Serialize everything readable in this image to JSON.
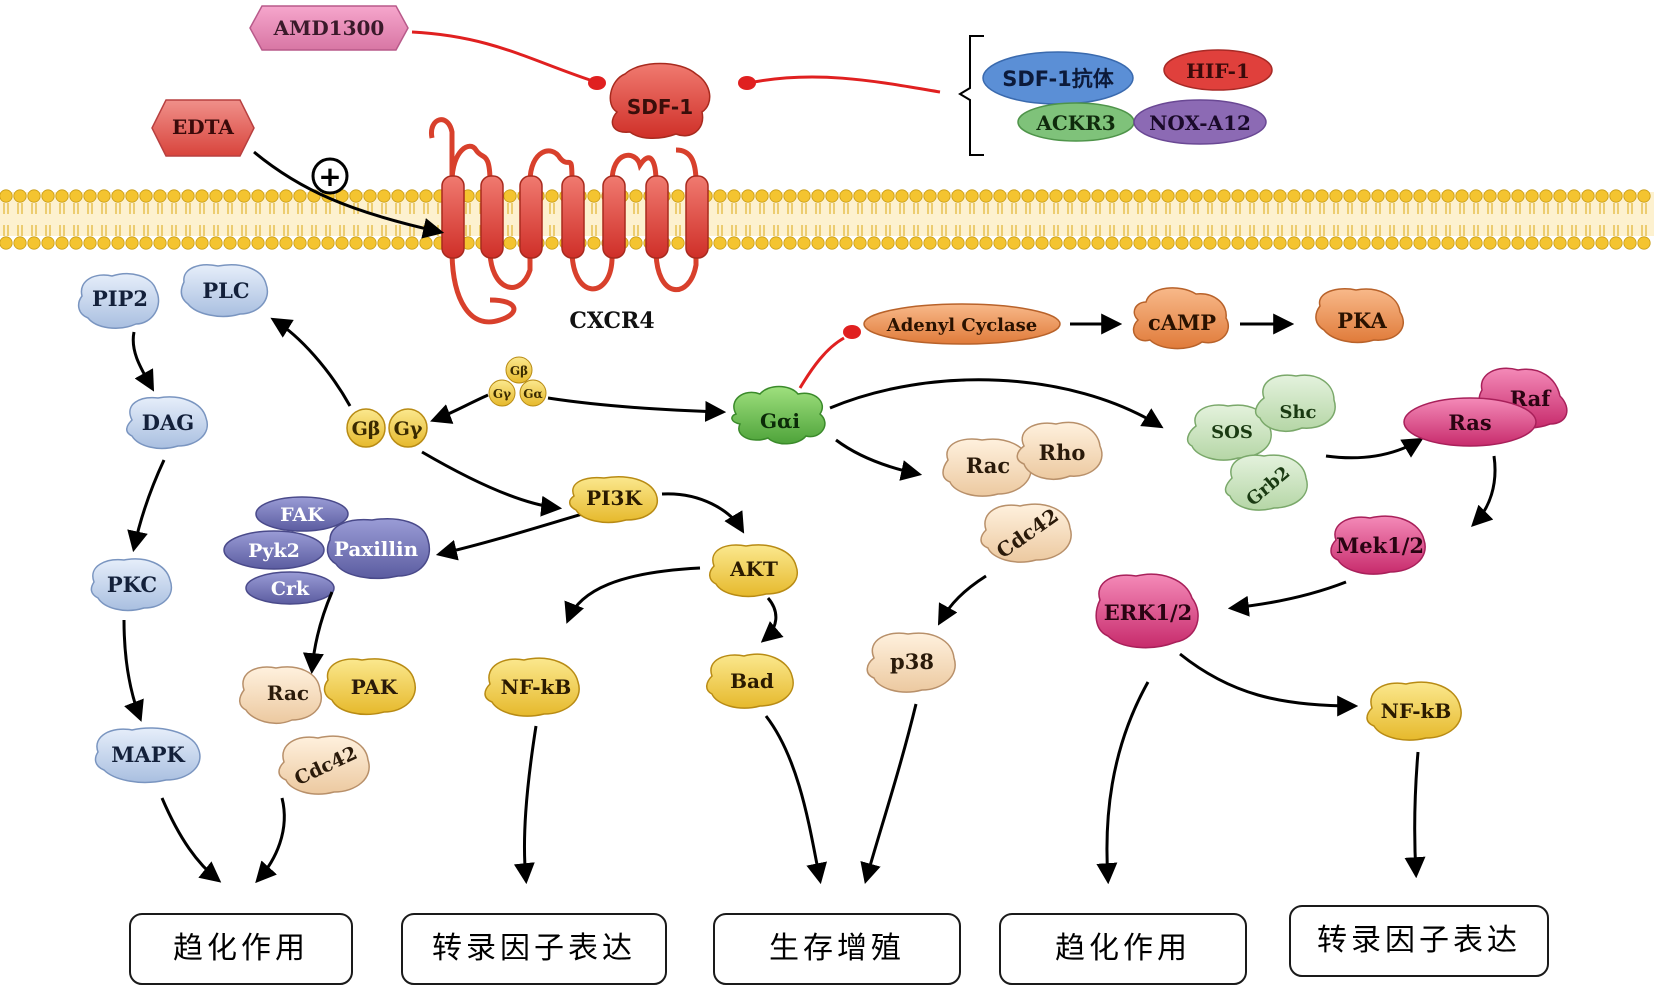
{
  "inhibitors": {
    "amd": "AMD1300",
    "edta": "EDTA",
    "sdf1": "SDF-1",
    "sdf1_antibody": "SDF-1抗体",
    "hif1": "HIF-1",
    "ackr3": "ACKR3",
    "noxa12": "NOX-A12",
    "plus_symbol": "+"
  },
  "receptor": {
    "label": "CXCR4"
  },
  "left_pathway": {
    "pip2": "PIP2",
    "plc": "PLC",
    "dag": "DAG",
    "pkc": "PKC",
    "mapk": "MAPK"
  },
  "g_protein": {
    "gb_small": "Gβ",
    "gy_small": "Gγ",
    "ga_small": "Gα",
    "gb": "Gβ",
    "gy": "Gγ",
    "gai": "Gαi"
  },
  "focal": {
    "fak": "FAK",
    "pyk2": "Pyk2",
    "paxillin": "Paxillin",
    "crk": "Crk",
    "rac": "Rac",
    "pak": "PAK",
    "cdc42": "Cdc42"
  },
  "pi3k_path": {
    "pi3k": "PI3K",
    "akt": "AKT",
    "nfkb": "NF-kB",
    "bad": "Bad"
  },
  "gai_path": {
    "adenyl_cyclase": "Adenyl Cyclase",
    "camp": "cAMP",
    "pka": "PKA",
    "rac": "Rac",
    "rho": "Rho",
    "cdc42": "Cdc42",
    "p38": "p38"
  },
  "ras_path": {
    "sos": "SOS",
    "shc": "Shc",
    "grb2": "Grb2",
    "ras": "Ras",
    "raf": "Raf",
    "mek": "Mek1/2",
    "erk": "ERK1/2",
    "nfkb": "NF-kB"
  },
  "outcomes": [
    "趋化作用",
    "转录因子表达",
    "生存增殖",
    "趋化作用",
    "转录因子表达"
  ],
  "colors": {
    "membrane_head": "#f4c430",
    "receptor": "#e0402a",
    "inhibit_line": "#e02020",
    "blue_protein": "#c9d8ee",
    "yellow_protein": "#f3d35b",
    "purple_protein": "#7678b8",
    "beige_protein": "#f7dfc3",
    "green_protein": "#7cc65f",
    "pink_protein": "#e04a8a"
  }
}
